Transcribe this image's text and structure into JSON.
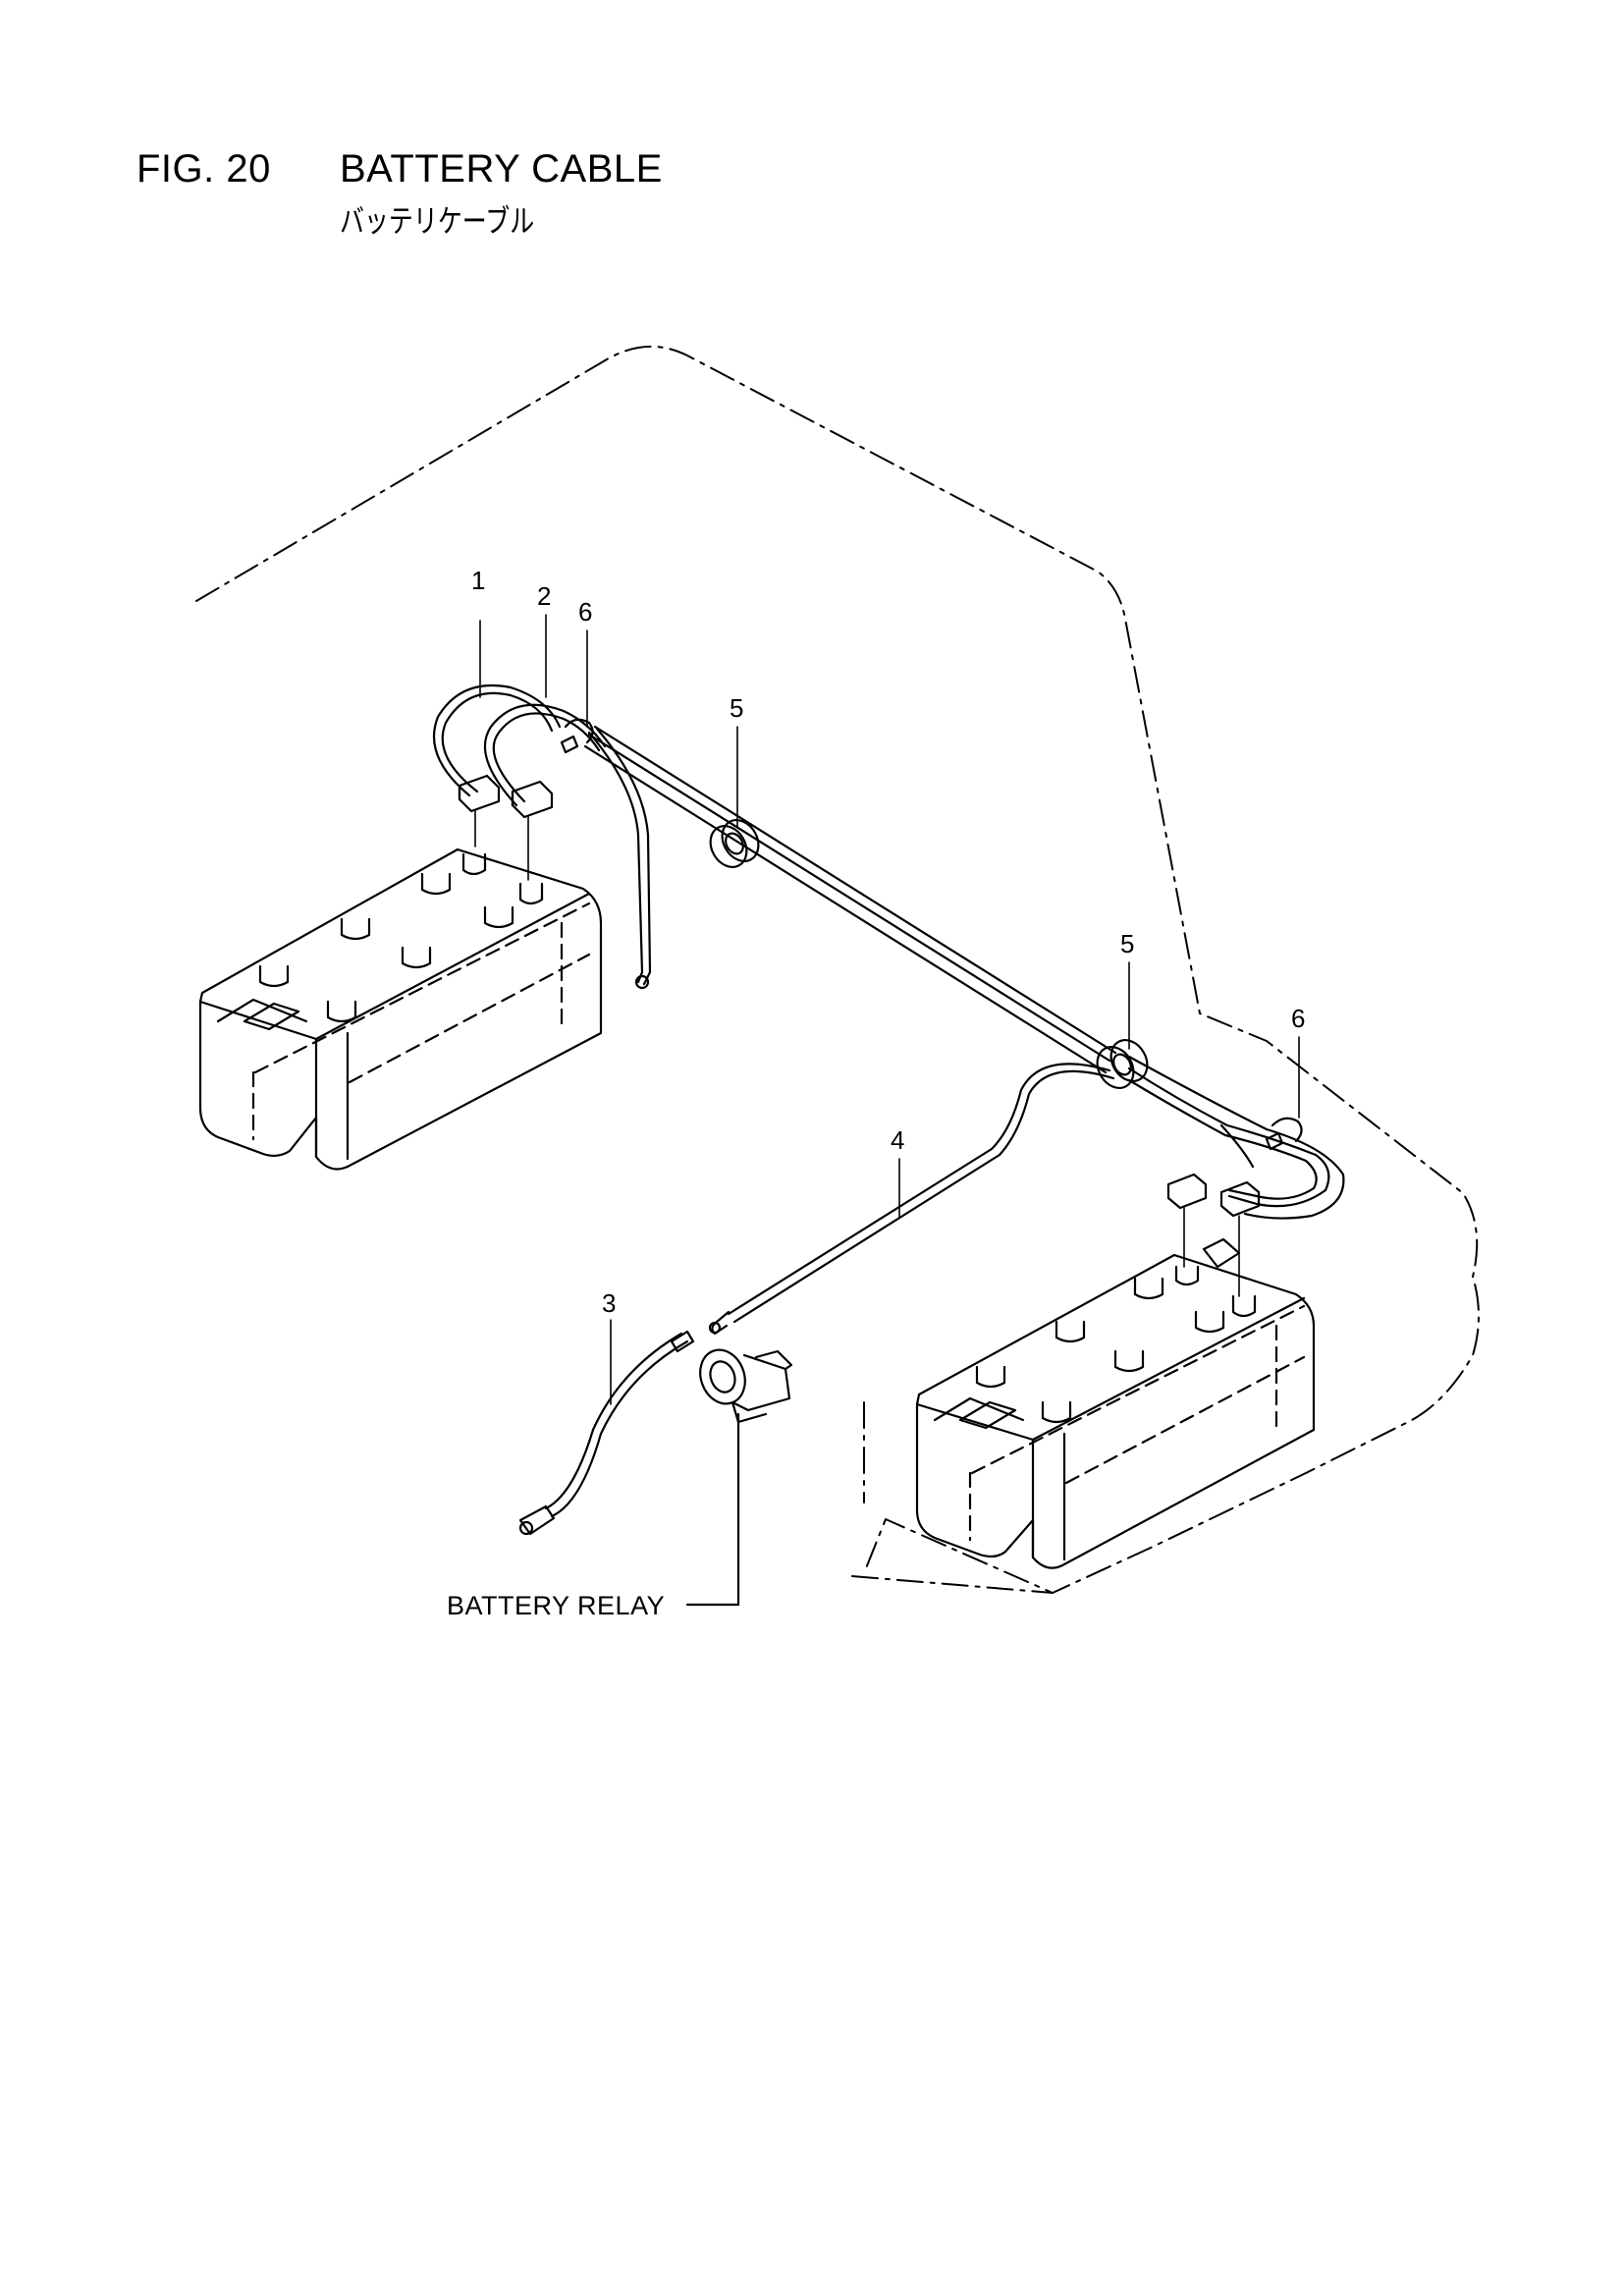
{
  "figure": {
    "number": "FIG. 20",
    "title": "BATTERY CABLE",
    "title_jp": "バッテリケーブル"
  },
  "callouts": [
    "1",
    "2",
    "6",
    "5",
    "5",
    "6",
    "4",
    "3"
  ],
  "labels": {
    "battery_relay": "BATTERY RELAY"
  }
}
